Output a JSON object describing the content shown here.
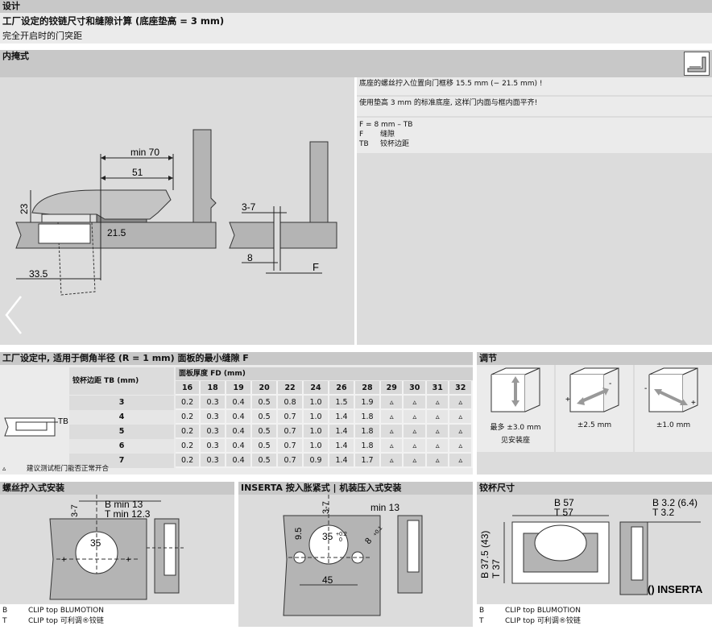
{
  "design": {
    "title": "设计",
    "subtitle": "工厂设定的铰链尺寸和缝隙计算 (底座垫高 = 3 mm)",
    "line3": "完全开启时的门突距"
  },
  "inset": {
    "title": "内掩式",
    "notes": [
      "底座的螺丝拧入位置向门框移 15.5 mm (− 21.5 mm) !",
      "使用垫高 3 mm 的标准底座, 这样门内面与框内面平齐!"
    ],
    "formula": "F = 8 mm – TB",
    "legend": [
      {
        "key": "F",
        "text": "缝隙"
      },
      {
        "key": "TB",
        "text": "铰杯边距"
      }
    ],
    "dims": {
      "min70": "min 70",
      "d51": "51",
      "d23": "23",
      "d21_5": "21.5",
      "d33_5": "33.5",
      "d37": "3-7",
      "d8": "8",
      "F": "F"
    }
  },
  "gap_table": {
    "title": "工厂设定中, 适用于倒角半径 (R = 1 mm) 面板的最小缝隙 F",
    "row_header": "铰杯边距 TB (mm)",
    "col_group": "面板厚度 FD (mm)",
    "columns": [
      "16",
      "18",
      "19",
      "20",
      "22",
      "24",
      "26",
      "28",
      "29",
      "30",
      "31",
      "32"
    ],
    "rows": [
      {
        "tb": "3",
        "values": [
          "0.2",
          "0.3",
          "0.4",
          "0.5",
          "0.8",
          "1.0",
          "1.5",
          "1.9",
          "▵",
          "▵",
          "▵",
          "▵"
        ]
      },
      {
        "tb": "4",
        "values": [
          "0.2",
          "0.3",
          "0.4",
          "0.5",
          "0.7",
          "1.0",
          "1.4",
          "1.8",
          "▵",
          "▵",
          "▵",
          "▵"
        ]
      },
      {
        "tb": "5",
        "values": [
          "0.2",
          "0.3",
          "0.4",
          "0.5",
          "0.7",
          "1.0",
          "1.4",
          "1.8",
          "▵",
          "▵",
          "▵",
          "▵"
        ]
      },
      {
        "tb": "6",
        "values": [
          "0.2",
          "0.3",
          "0.4",
          "0.5",
          "0.7",
          "1.0",
          "1.4",
          "1.8",
          "▵",
          "▵",
          "▵",
          "▵"
        ]
      },
      {
        "tb": "7",
        "values": [
          "0.2",
          "0.3",
          "0.4",
          "0.5",
          "0.7",
          "0.9",
          "1.4",
          "1.7",
          "▵",
          "▵",
          "▵",
          "▵"
        ]
      }
    ],
    "tb_label": "TB",
    "footnote_symbol": "▵",
    "footnote": "建议测试柜门能否正常开合"
  },
  "adjust": {
    "title": "调节",
    "items": [
      {
        "label": "最多 ±3.0 mm",
        "sub": "见安装座"
      },
      {
        "label": "±2.5 mm",
        "sub": ""
      },
      {
        "label": "±1.0 mm",
        "sub": ""
      }
    ]
  },
  "screw": {
    "title": "螺丝拧入式安装",
    "dims": {
      "d37": "3-7",
      "bmin": "B min 13",
      "tmin": "T min 12.3",
      "d35": "35"
    }
  },
  "inserta": {
    "title": "INSERTA 按入胀紧式 | 机装压入式安装",
    "dims": {
      "d37": "3-7",
      "min13": "min 13",
      "d95": "9.5",
      "d35": "35",
      "tol_up": "+0.2",
      "tol_dn": "0",
      "d8": "8",
      "d8tol": "+0.1",
      "d45": "45"
    }
  },
  "cup": {
    "title": "铰杯尺寸",
    "dims": {
      "b57": "B 57",
      "t57": "T 57",
      "b32": "B 3.2 (6.4)",
      "t32": "T 3.2",
      "b375": "B 37.5 (43)",
      "t37": "T 37",
      "inserta": "() INSERTA"
    }
  },
  "legend_left": [
    {
      "key": "B",
      "text": "CLIP top BLUMOTION"
    },
    {
      "key": "T",
      "text": "CLIP top 可利调®铰链"
    }
  ],
  "legend_right": [
    {
      "key": "B",
      "text": "CLIP top BLUMOTION"
    },
    {
      "key": "T",
      "text": "CLIP top 可利调®铰链"
    }
  ]
}
